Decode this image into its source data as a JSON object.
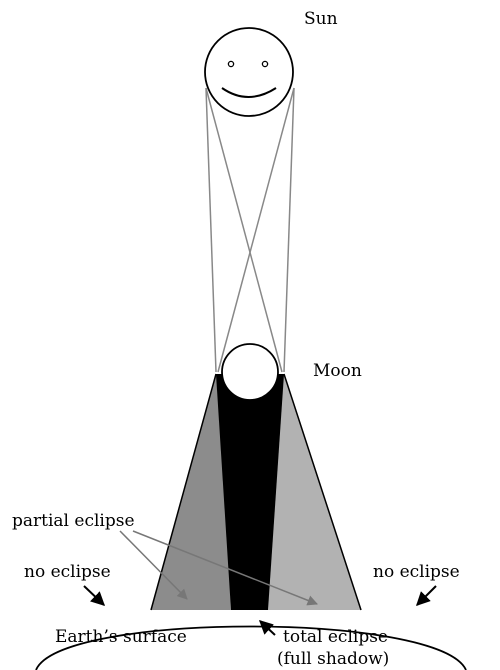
{
  "labels": {
    "sun": "Sun",
    "moon": "Moon",
    "partial": "partial eclipse",
    "no_left": "no eclipse",
    "no_right": "no eclipse",
    "earth": "Earth’s surface",
    "total_line1": "total eclipse",
    "total_line2": "(full shadow)"
  },
  "colors": {
    "line": "#000000",
    "ray": "#888888",
    "penumbra_left": "#8c8c8c",
    "penumbra_right": "#b2b2b2",
    "umbra": "#000000",
    "background": "#ffffff"
  }
}
